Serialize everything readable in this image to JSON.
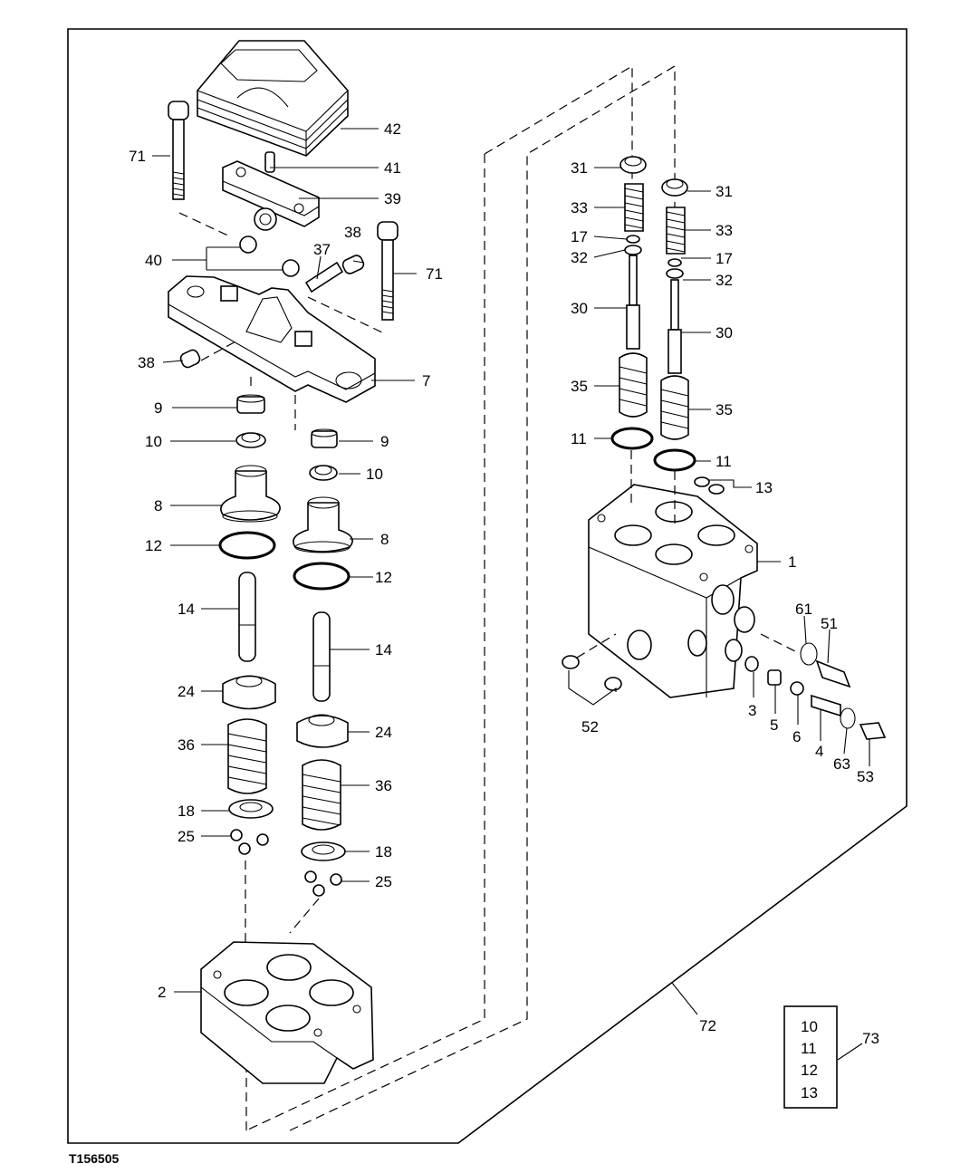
{
  "figure_ref": "T156505",
  "callouts": {
    "c1": "1",
    "c2": "2",
    "c3": "3",
    "c4": "4",
    "c5": "5",
    "c6": "6",
    "c7": "7",
    "c8a": "8",
    "c8b": "8",
    "c9a": "9",
    "c9b": "9",
    "c10a": "10",
    "c10b": "10",
    "c11a": "11",
    "c11b": "11",
    "c12a": "12",
    "c12b": "12",
    "c13": "13",
    "c14a": "14",
    "c14b": "14",
    "c17a": "17",
    "c17b": "17",
    "c18a": "18",
    "c18b": "18",
    "c24a": "24",
    "c24b": "24",
    "c25a": "25",
    "c25b": "25",
    "c30a": "30",
    "c30b": "30",
    "c31a": "31",
    "c31b": "31",
    "c32a": "32",
    "c32b": "32",
    "c33a": "33",
    "c33b": "33",
    "c35a": "35",
    "c35b": "35",
    "c36a": "36",
    "c36b": "36",
    "c37": "37",
    "c38a": "38",
    "c38b": "38",
    "c39": "39",
    "c40": "40",
    "c41": "41",
    "c42": "42",
    "c51": "51",
    "c52": "52",
    "c53": "53",
    "c61": "61",
    "c63": "63",
    "c71a": "71",
    "c71b": "71",
    "c72": "72",
    "c73": "73"
  },
  "kit_box": [
    "10",
    "11",
    "12",
    "13"
  ]
}
